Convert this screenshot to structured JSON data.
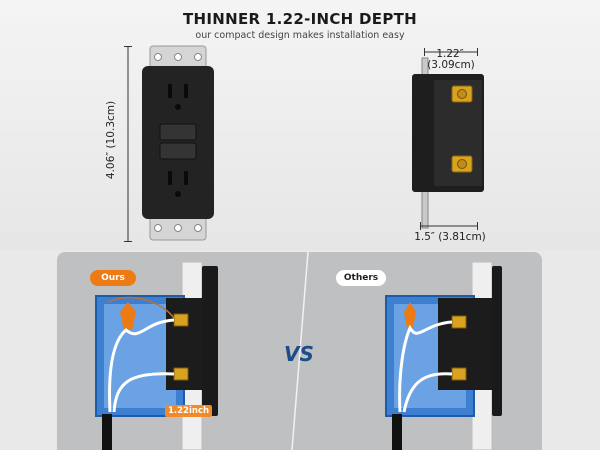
{
  "header": {
    "title": "THINNER 1.22-INCH DEPTH",
    "subtitle": "our compact design makes installation easy"
  },
  "dimensions": {
    "height": "4.06″ (10.3cm)",
    "depth_in": "1.22″",
    "depth_cm": "(3.09cm)",
    "plate": "1.5″ (3.81cm)"
  },
  "comparison": {
    "ours_label": "Ours",
    "others_label": "Others",
    "vs_label": "VS",
    "ours_depth": "1.22inch"
  },
  "colors": {
    "accent": "#ee7a14",
    "box_blue": "#3d7fd0",
    "outlet_black": "#222222"
  }
}
